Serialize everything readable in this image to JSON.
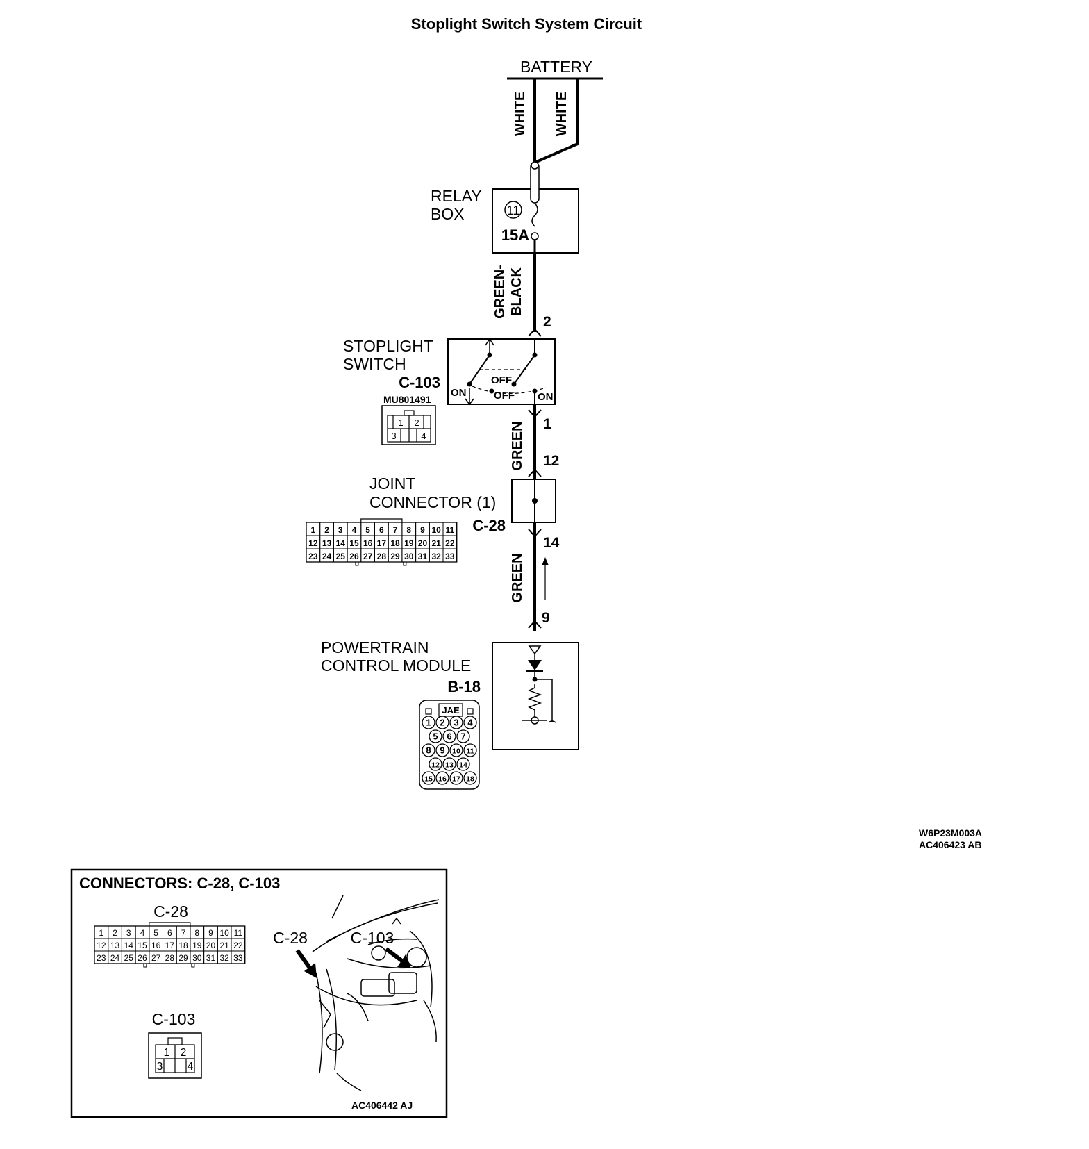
{
  "title": "Stoplight Switch System Circuit",
  "battery": "BATTERY",
  "wire_white_1": "WHITE",
  "wire_white_2": "WHITE",
  "relay_box": {
    "line1": "RELAY",
    "line2": "BOX",
    "fuse_no": "11",
    "fuse_rating": "15A"
  },
  "wire_green_black": {
    "line1": "GREEN-",
    "line2": "BLACK"
  },
  "pin_2": "2",
  "stoplight_switch": {
    "line1": "STOPLIGHT",
    "line2": "SWITCH",
    "connector": "C-103",
    "part_no": "MU801491",
    "pins": [
      "1",
      "2",
      "3",
      "4"
    ],
    "on_left": "ON",
    "on_right": "ON",
    "off_upper": "OFF",
    "off_lower": "OFF"
  },
  "pin_1": "1",
  "wire_green_1": "GREEN",
  "pin_12": "12",
  "joint_connector": {
    "line1": "JOINT",
    "line2": "CONNECTOR (1)",
    "connector": "C-28",
    "rows": [
      [
        "1",
        "2",
        "3",
        "4",
        "5",
        "6",
        "7",
        "8",
        "9",
        "10",
        "11"
      ],
      [
        "12",
        "13",
        "14",
        "15",
        "16",
        "17",
        "18",
        "19",
        "20",
        "21",
        "22"
      ],
      [
        "23",
        "24",
        "25",
        "26",
        "27",
        "28",
        "29",
        "30",
        "31",
        "32",
        "33"
      ]
    ]
  },
  "pin_14": "14",
  "wire_green_2": "GREEN",
  "pin_9": "9",
  "pcm": {
    "line1": "POWERTRAIN",
    "line2": "CONTROL MODULE",
    "connector": "B-18",
    "type": "JAE",
    "rows": [
      [
        "1",
        "2",
        "3",
        "4"
      ],
      [
        "5",
        "6",
        "7"
      ],
      [
        "8",
        "9",
        "10",
        "11"
      ],
      [
        "12",
        "13",
        "14"
      ],
      [
        "15",
        "16",
        "17",
        "18"
      ]
    ]
  },
  "codes": {
    "line1": "W6P23M003A",
    "line2": "AC406423 AB"
  },
  "connectors_panel": {
    "heading": "CONNECTORS: C-28, C-103",
    "c28_label": "C-28",
    "c103_label": "C-103",
    "photo_c28": "C-28",
    "photo_c103": "C-103",
    "code": "AC406442 AJ",
    "c28_rows": [
      [
        "1",
        "2",
        "3",
        "4",
        "5",
        "6",
        "7",
        "8",
        "9",
        "10",
        "11"
      ],
      [
        "12",
        "13",
        "14",
        "15",
        "16",
        "17",
        "18",
        "19",
        "20",
        "21",
        "22"
      ],
      [
        "23",
        "24",
        "25",
        "26",
        "27",
        "28",
        "29",
        "30",
        "31",
        "32",
        "33"
      ]
    ],
    "c103_pins": [
      "1",
      "2",
      "3",
      "4"
    ]
  }
}
